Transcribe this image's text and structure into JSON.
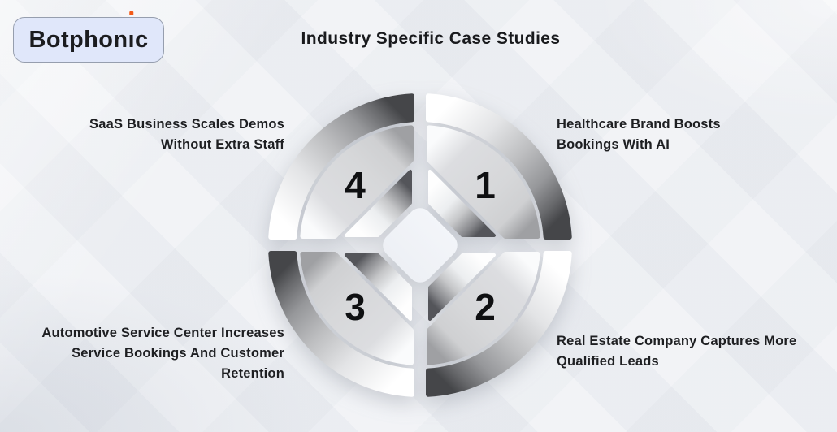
{
  "brand": {
    "name": "Botphonic",
    "text_before_i": "Botphon",
    "dotless_i": "ı",
    "text_after_i": "c",
    "dot_color": "#F25A18"
  },
  "title": "Industry Specific Case Studies",
  "wheel": {
    "type": "segmented-circle-4-quadrants",
    "segments": [
      {
        "number": "1",
        "position": "top-right",
        "label_lines": [
          "Healthcare Brand Boosts",
          "Bookings With AI"
        ]
      },
      {
        "number": "2",
        "position": "bottom-right",
        "label_lines": [
          "Real Estate Company Captures More",
          "Qualified Leads"
        ]
      },
      {
        "number": "3",
        "position": "bottom-left",
        "label_lines": [
          "Automotive Service Center Increases",
          "Service Bookings And Customer",
          "Retention"
        ]
      },
      {
        "number": "4",
        "position": "top-left",
        "label_lines": [
          "SaaS Business Scales Demos",
          "Without Extra Staff"
        ]
      }
    ]
  },
  "colors": {
    "background": "#EDEFF3",
    "logo_background": "#E0E7FA",
    "logo_border": "#969EAE",
    "text": "#1E1F22",
    "segment_gray": "#D7D8DA",
    "metal_dark": "#454649",
    "metal_light": "#FFFFFF",
    "center_diamond": "#F1F3F8"
  }
}
